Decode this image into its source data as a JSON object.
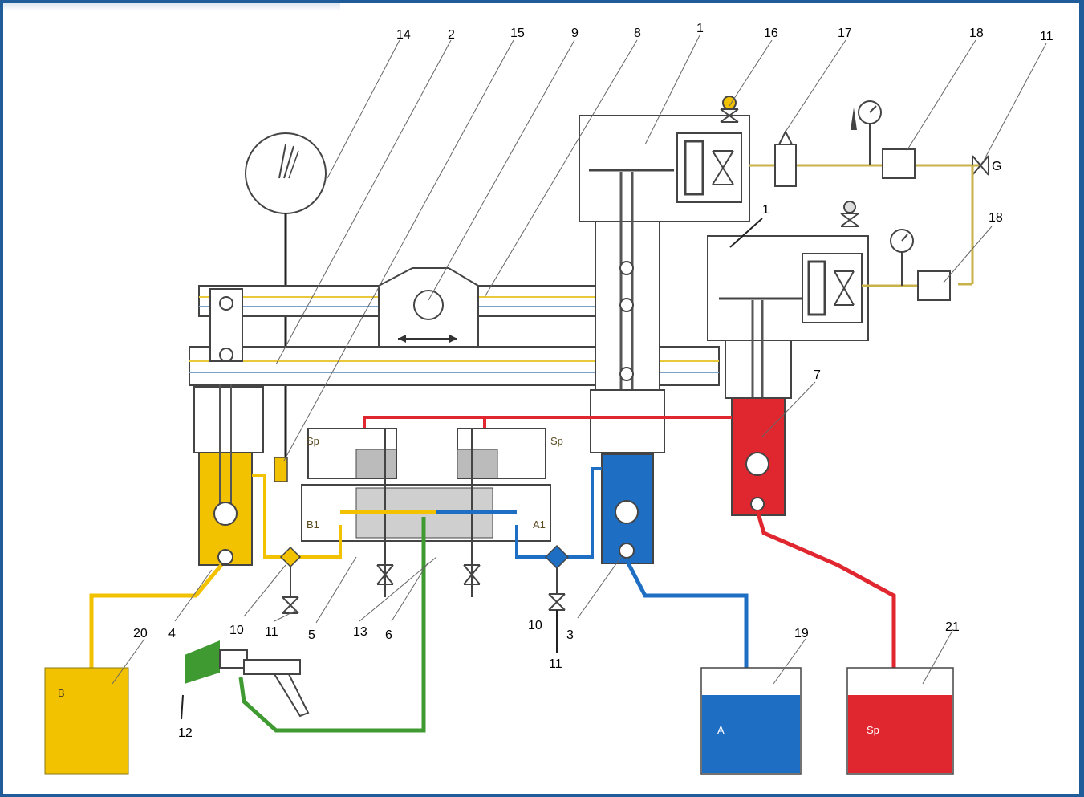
{
  "colors": {
    "frame": "#1f5c99",
    "yellow": "#f2c200",
    "blue": "#1e6fc4",
    "red": "#e0262e",
    "green": "#3f9a32",
    "line": "#555555"
  },
  "callouts": {
    "c14": "14",
    "c2": "2",
    "c15": "15",
    "c9": "9",
    "c8": "8",
    "c1_top": "1",
    "c16": "16",
    "c17": "17",
    "c18_top": "18",
    "c11_top": "11",
    "c1_mid": "1",
    "c18_mid": "18",
    "c7": "7",
    "c20": "20",
    "c4": "4",
    "c10_left": "10",
    "c11_left": "11",
    "c5": "5",
    "c13": "13",
    "c6": "6",
    "c10_right": "10",
    "c3": "3",
    "c11_right": "11",
    "c19": "19",
    "c21": "21",
    "c12": "12"
  },
  "valve_labels": {
    "sp_left": "Sp",
    "sp_right": "Sp",
    "b1": "B1",
    "a1": "A1",
    "g": "G"
  },
  "tank_labels": {
    "b": "B",
    "a": "A",
    "sp": "Sp"
  },
  "icons": {
    "gauge": "pressure-gauge-icon",
    "spray_gun": "spray-gun-icon",
    "valve": "valve-icon"
  }
}
